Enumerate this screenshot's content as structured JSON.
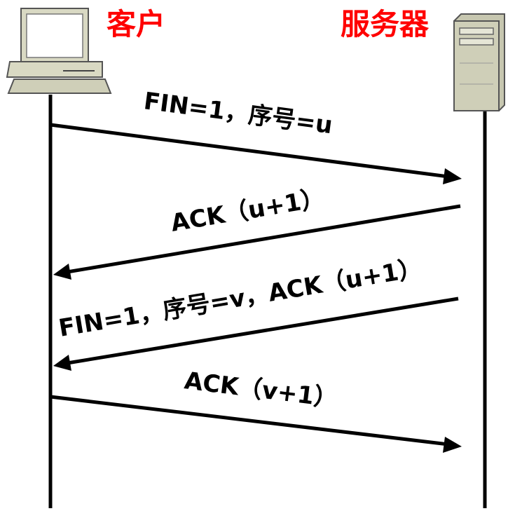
{
  "title": "",
  "colors": {
    "party_label": "#ff0000",
    "line": "#000000",
    "computer_body": "#d9d9c3",
    "computer_screen": "#ffffff",
    "server_body": "#cfcfb8"
  },
  "client": {
    "label": "客户",
    "icon": "desktop-computer-icon"
  },
  "server": {
    "label": "服务器",
    "icon": "server-tower-icon"
  },
  "messages": [
    {
      "step": 1,
      "label": "FIN=1，序号=u",
      "from": "client",
      "to": "server"
    },
    {
      "step": 2,
      "label": "ACK（u+1）",
      "from": "server",
      "to": "client"
    },
    {
      "step": 3,
      "label": "FIN=1，序号=v，ACK（u+1）",
      "from": "server",
      "to": "client"
    },
    {
      "step": 4,
      "label": "ACK（v+1）",
      "from": "client",
      "to": "server"
    }
  ]
}
